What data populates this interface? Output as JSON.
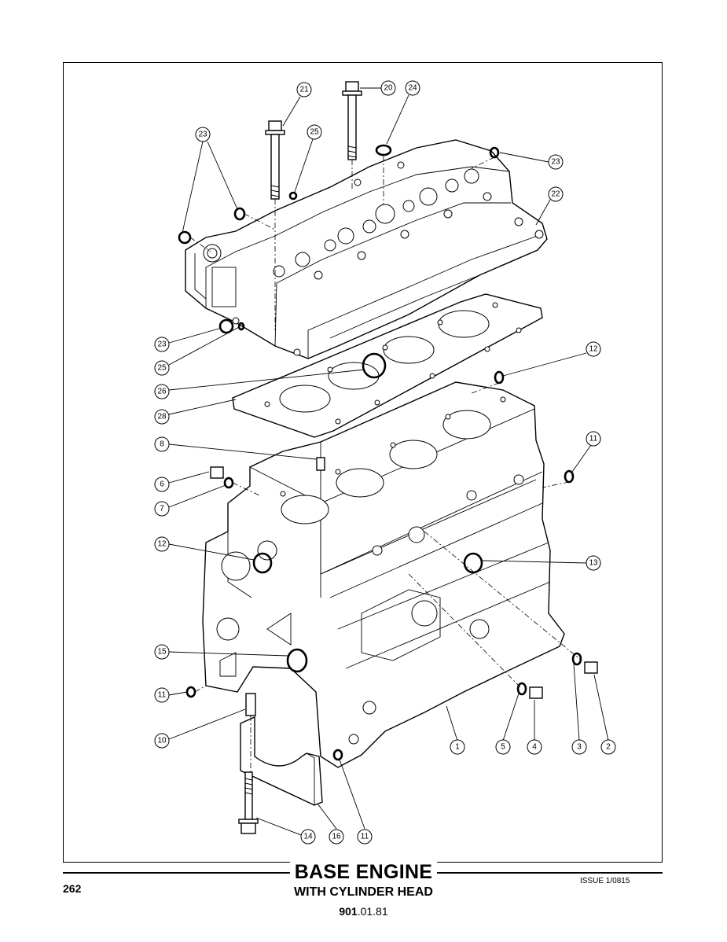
{
  "page": {
    "number": "262",
    "issue": "ISSUE 1/0815"
  },
  "title": {
    "main": "BASE ENGINE",
    "sub": "WITH CYLINDER HEAD"
  },
  "code": {
    "bold": "901",
    "rest": ".01.81"
  },
  "callouts": [
    "21",
    "20",
    "24",
    "23",
    "25",
    "23",
    "22",
    "23",
    "25",
    "26",
    "28",
    "12",
    "8",
    "11",
    "6",
    "7",
    "12",
    "13",
    "15",
    "11",
    "10",
    "1",
    "5",
    "4",
    "3",
    "2",
    "14",
    "16",
    "11"
  ]
}
